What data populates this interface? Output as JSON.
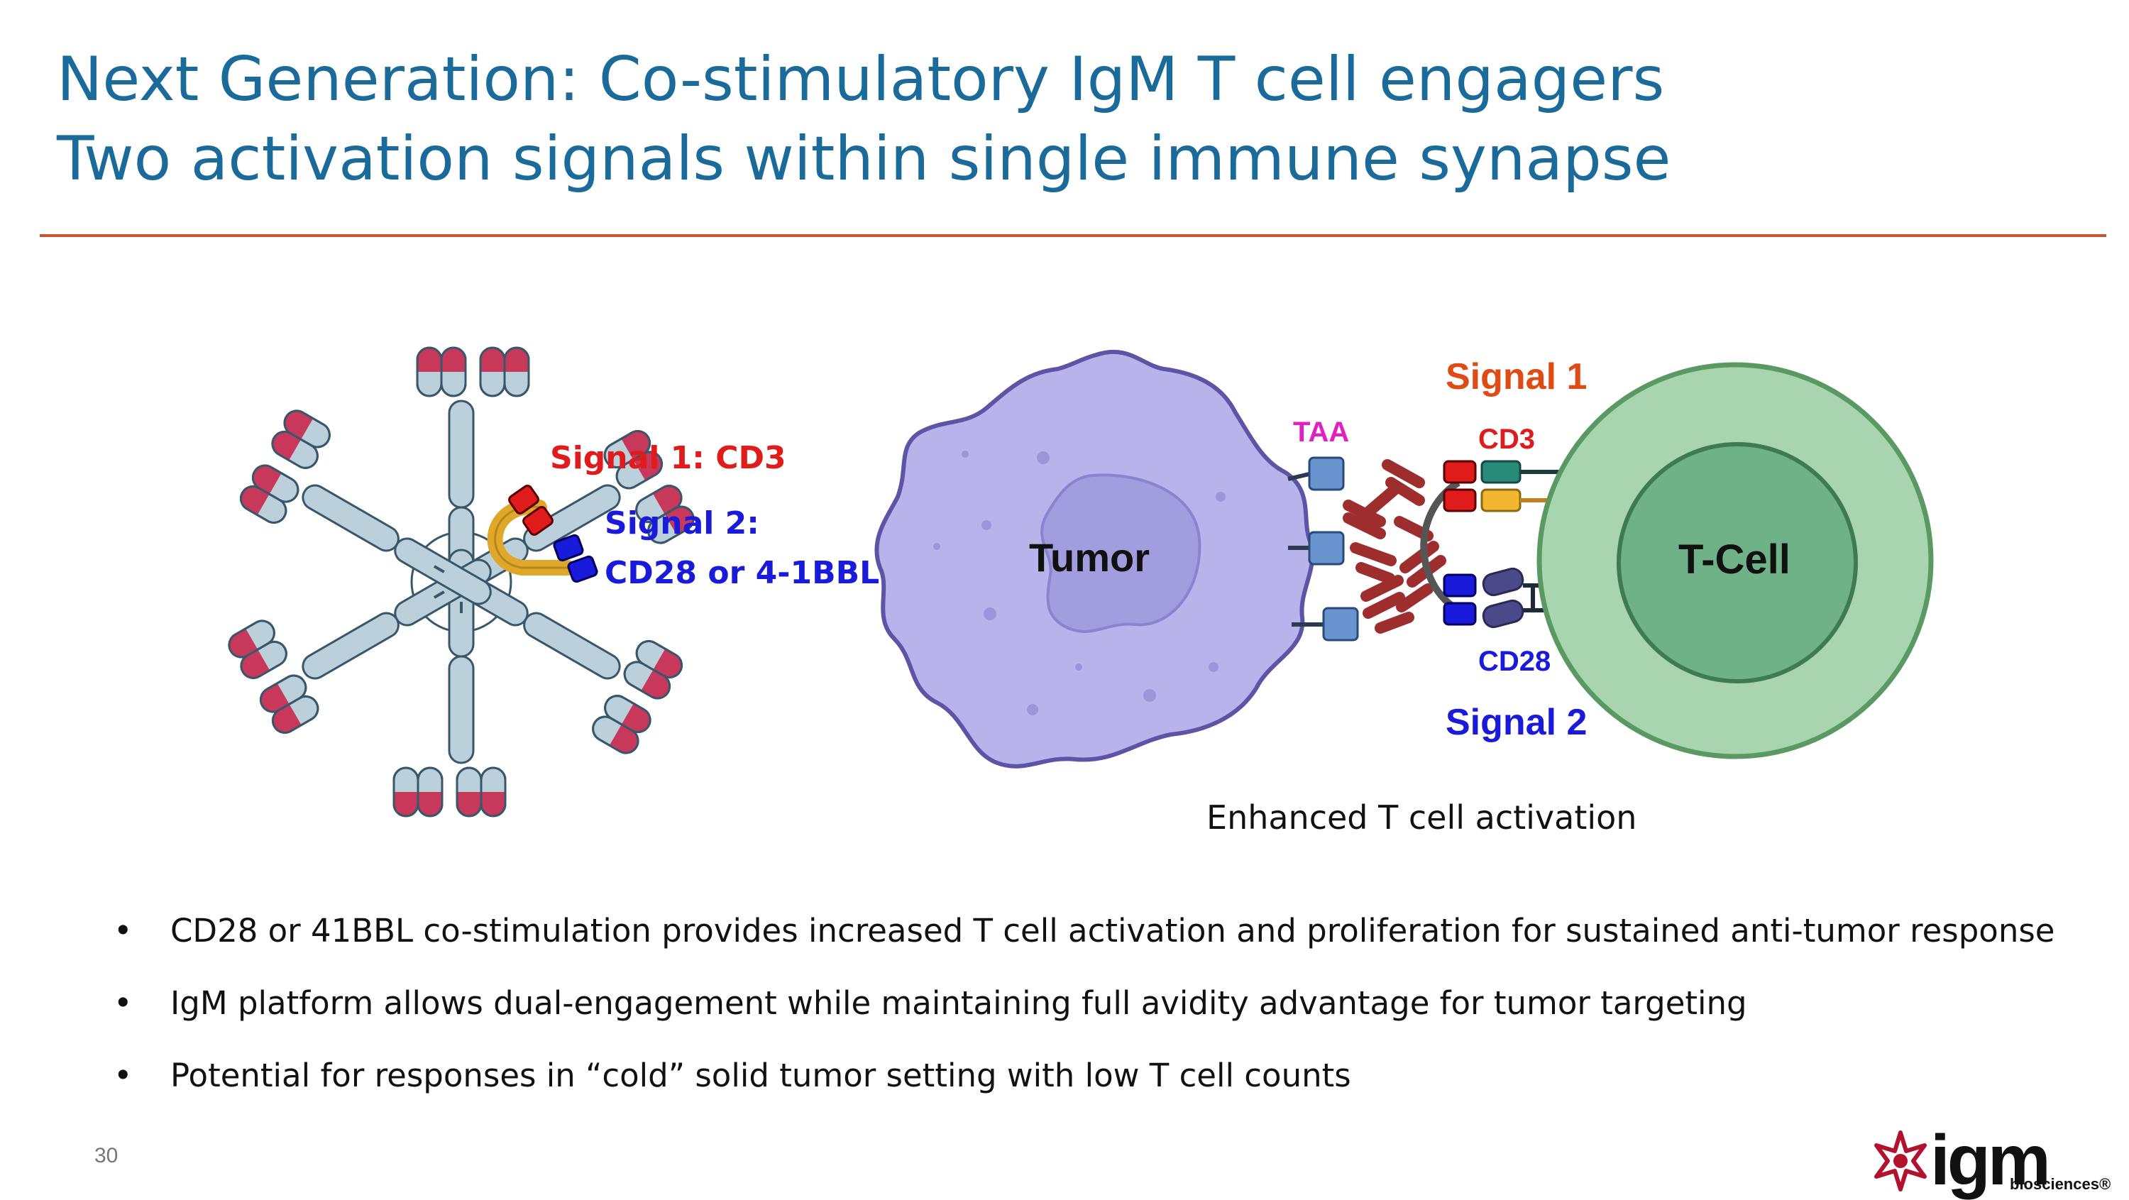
{
  "slide": {
    "title_line1": "Next Generation: Co-stimulatory IgM T cell engagers",
    "title_line2": "Two activation signals within single immune synapse",
    "page_number": "30"
  },
  "diagram": {
    "igm_labels": {
      "signal1": "Signal 1: CD3",
      "signal2_line1": "Signal 2:",
      "signal2_line2": "CD28 or 4-1BBL"
    },
    "synapse_labels": {
      "tumor": "Tumor",
      "t_cell": "T-Cell",
      "taa": "TAA",
      "cd3": "CD3",
      "cd28": "CD28",
      "signal1": "Signal 1",
      "signal2": "Signal 2"
    },
    "caption": "Enhanced T cell activation"
  },
  "bullets": [
    "CD28 or 41BBL co-stimulation provides increased T cell activation and proliferation for sustained anti-tumor response",
    "IgM platform allows dual-engagement while maintaining full avidity advantage for tumor targeting",
    "Potential for responses in “cold” solid tumor setting with low T cell counts"
  ],
  "logo": {
    "word": "igm",
    "sub": "biosciences®"
  },
  "colors": {
    "title": "#1a6a9a",
    "rule": "#c9532a",
    "signal1_red": "#e01b1b",
    "signal2_blue": "#1a1adb",
    "taa_magenta": "#e020c0",
    "signal1_orange": "#e04a14",
    "tumor_fill": "#b9b3ec",
    "tcell_fill": "#a8d4b0"
  }
}
